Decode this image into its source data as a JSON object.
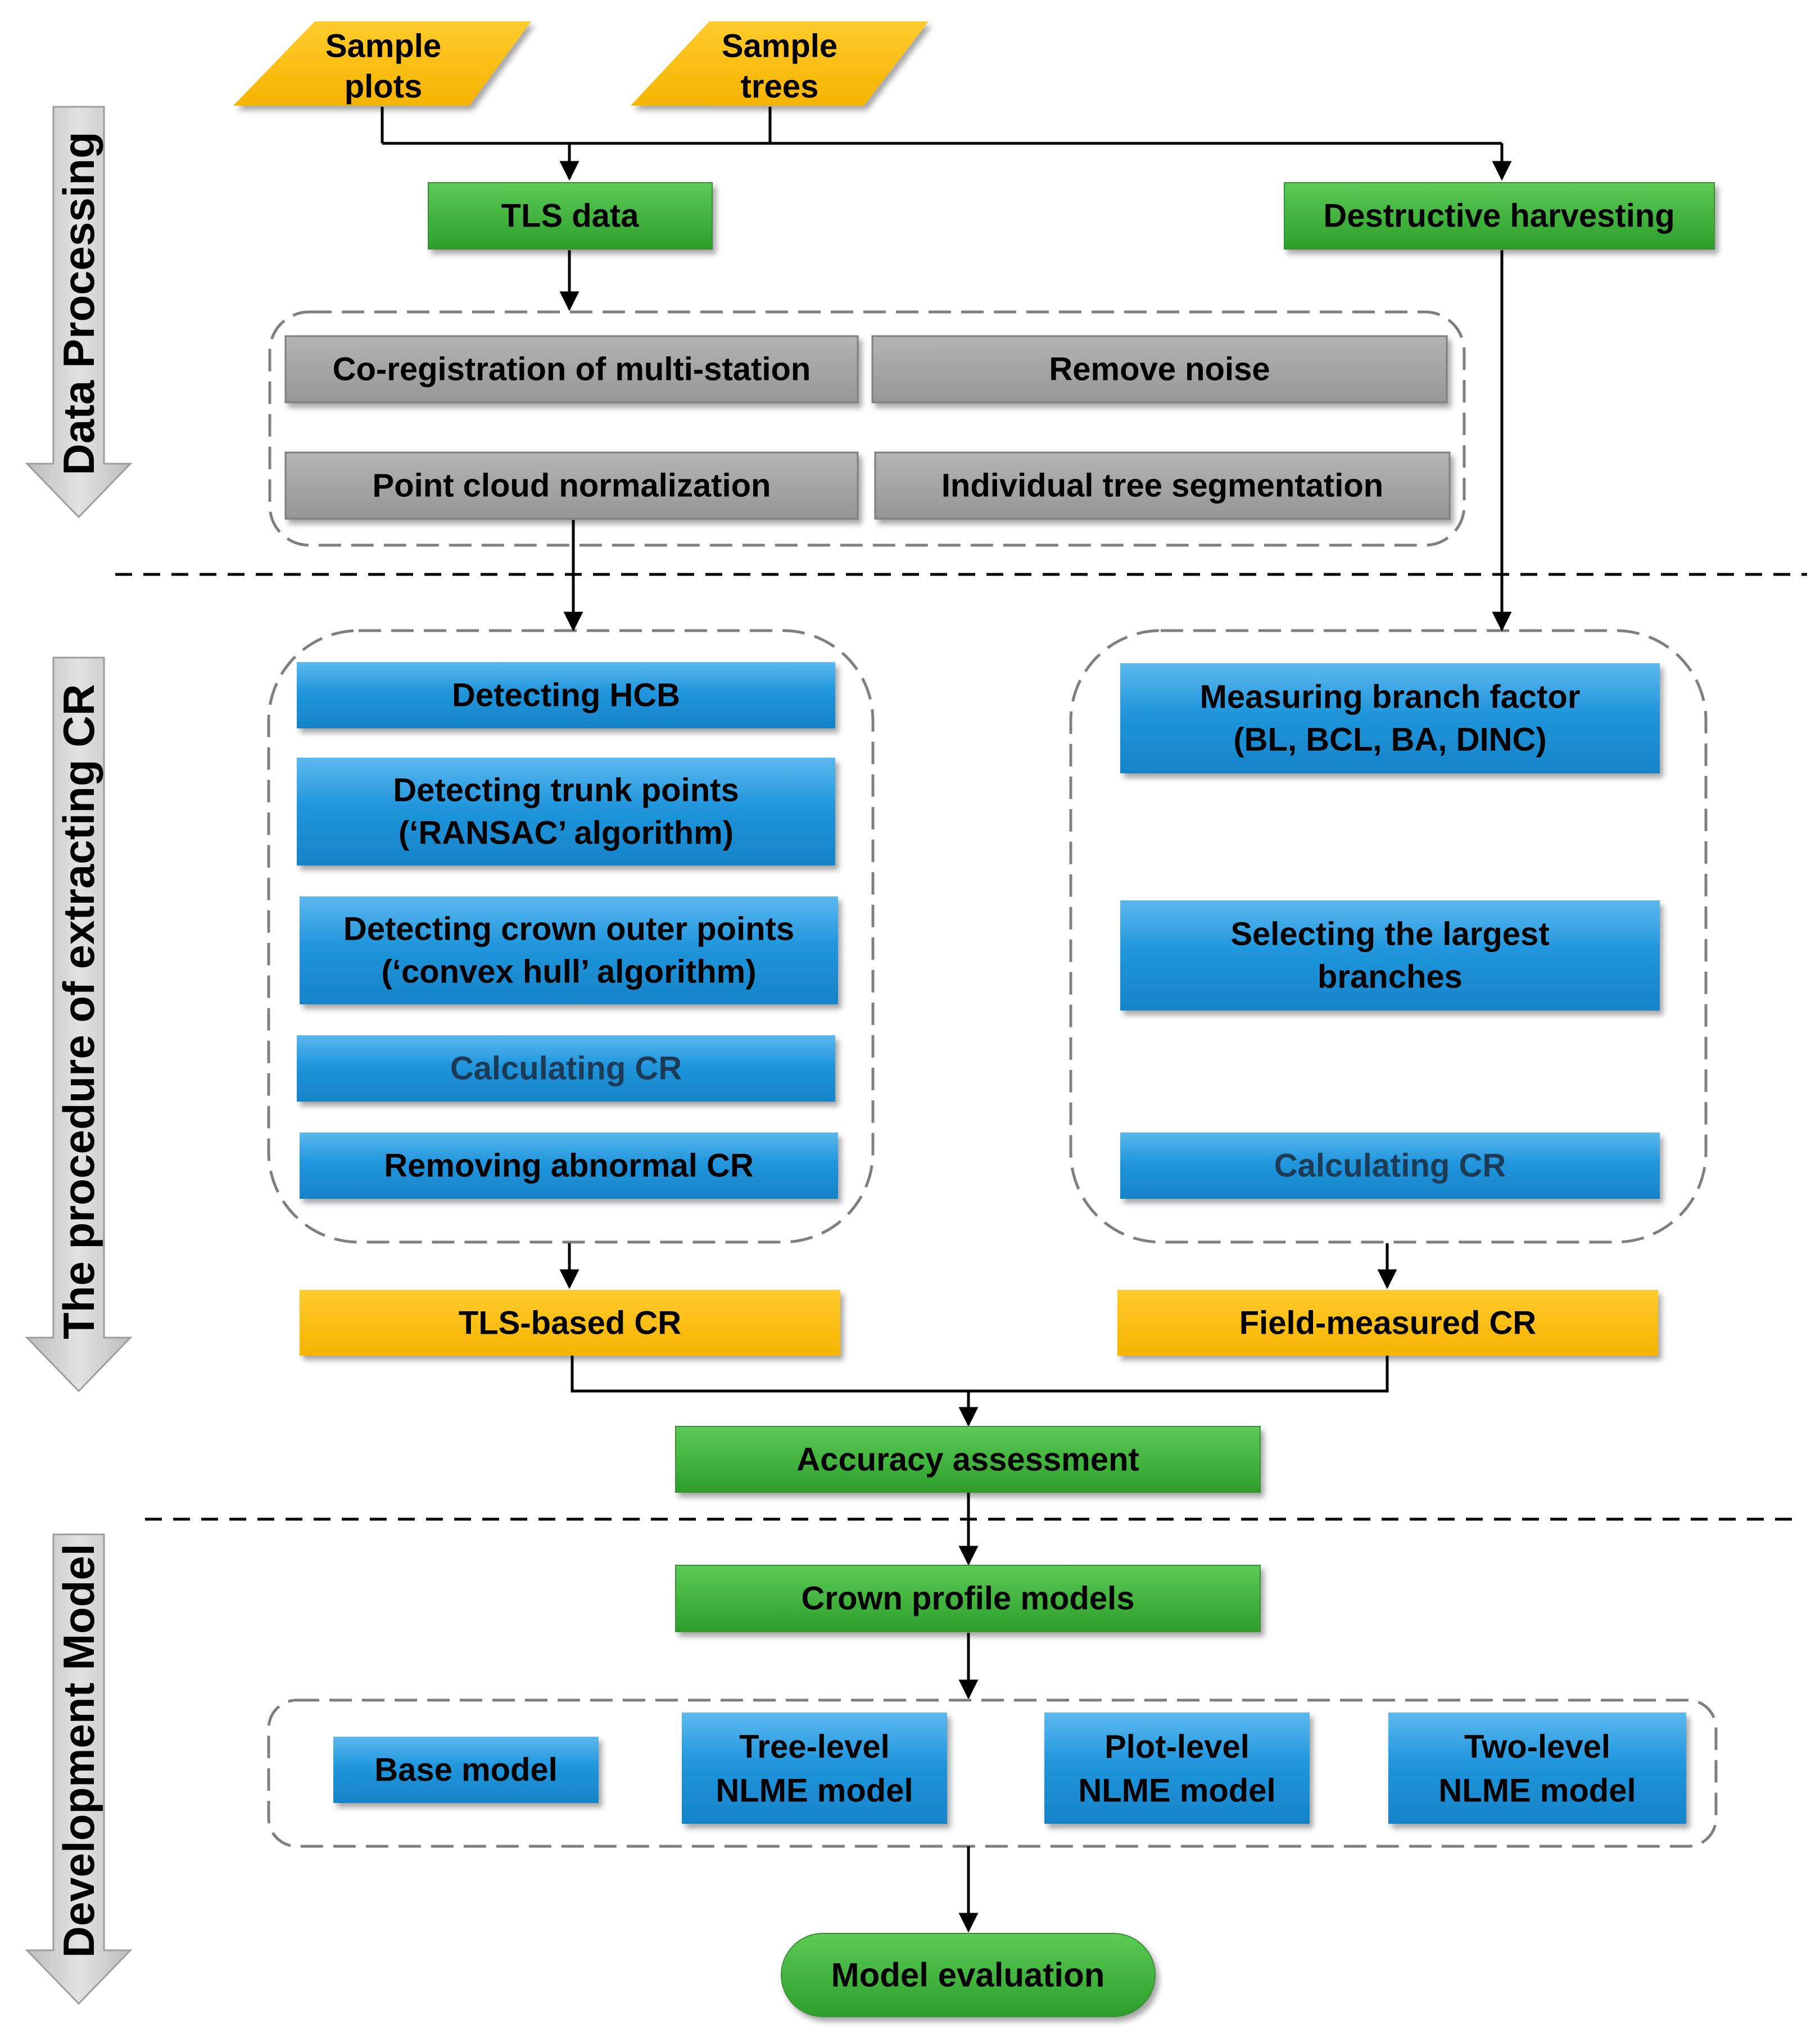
{
  "colors": {
    "yellow": "#FFC000",
    "yellow_dark": "#E8A800",
    "green": "#3CB539",
    "green_dark": "#238C22",
    "blue": "#1A8FD7",
    "blue_light": "#4FB0EA",
    "gray": "#A5A5A5",
    "gray_dark": "#8A8A8A",
    "stage_arrow": "#C8C8C8",
    "dash_border": "#7F7F7F",
    "text": "#000000",
    "text_muted": "#1D3B57"
  },
  "stages": {
    "data_processing": "Data Processing",
    "extracting_cr": "The procedure of extracting CR",
    "development_model": "Development Model"
  },
  "inputs": {
    "sample_plots": [
      "Sample",
      "plots"
    ],
    "sample_trees": [
      "Sample",
      "trees"
    ]
  },
  "nodes": {
    "tls_data": "TLS data",
    "destructive_harvesting": "Destructive harvesting",
    "coregistration": "Co-registration of multi-station",
    "remove_noise": "Remove noise",
    "normalization": "Point cloud normalization",
    "segmentation": "Individual tree segmentation",
    "detecting_hcb": "Detecting HCB",
    "trunk_points": [
      "Detecting trunk points",
      "(‘RANSAC’ algorithm)"
    ],
    "crown_points": [
      "Detecting crown outer points",
      "(‘convex hull’ algorithm)"
    ],
    "calculating_cr_left": "Calculating CR",
    "removing_abnormal": "Removing abnormal CR",
    "measuring_branch": [
      "Measuring branch factor",
      "(BL, BCL, BA, DINC)"
    ],
    "selecting_largest": [
      "Selecting the largest",
      "branches"
    ],
    "calculating_cr_right": "Calculating CR",
    "tls_based_cr": "TLS-based CR",
    "field_measured_cr": "Field-measured CR",
    "accuracy_assessment": "Accuracy assessment",
    "crown_profile_models": "Crown profile models",
    "base_model": "Base model",
    "tree_level": [
      "Tree-level",
      "NLME model"
    ],
    "plot_level": [
      "Plot-level",
      "NLME model"
    ],
    "two_level": [
      "Two-level",
      "NLME model"
    ],
    "model_evaluation": "Model evaluation"
  }
}
